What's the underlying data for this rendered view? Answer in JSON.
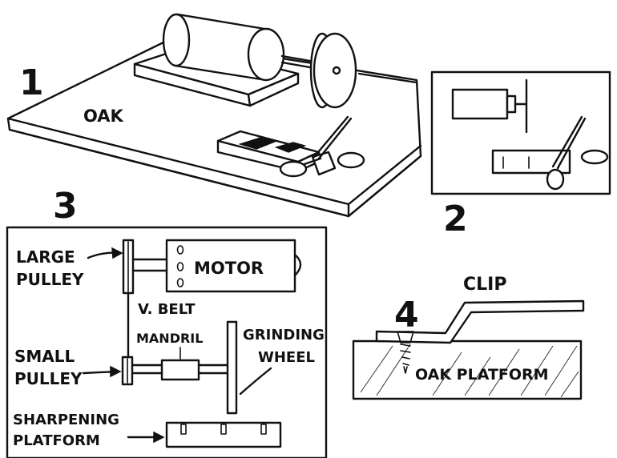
{
  "panel_numbers": {
    "p1": "1",
    "p2": "2",
    "p3": "3",
    "p4": "4"
  },
  "panel1": {
    "oak_label": "OAK"
  },
  "panel3": {
    "large_pulley_line1": "LARGE",
    "large_pulley_line2": "PULLEY",
    "motor_label": "MOTOR",
    "vbelt_label": "V. BELT",
    "mandril_label": "MANDRIL",
    "grinding_line1": "GRINDING",
    "grinding_line2": "WHEEL",
    "small_pulley_line1": "SMALL",
    "small_pulley_line2": "PULLEY",
    "sharpening_line1": "SHARPENING",
    "sharpening_line2": "PLATFORM"
  },
  "panel4": {
    "clip_label": "CLIP",
    "platform_label": "OAK PLATFORM"
  }
}
